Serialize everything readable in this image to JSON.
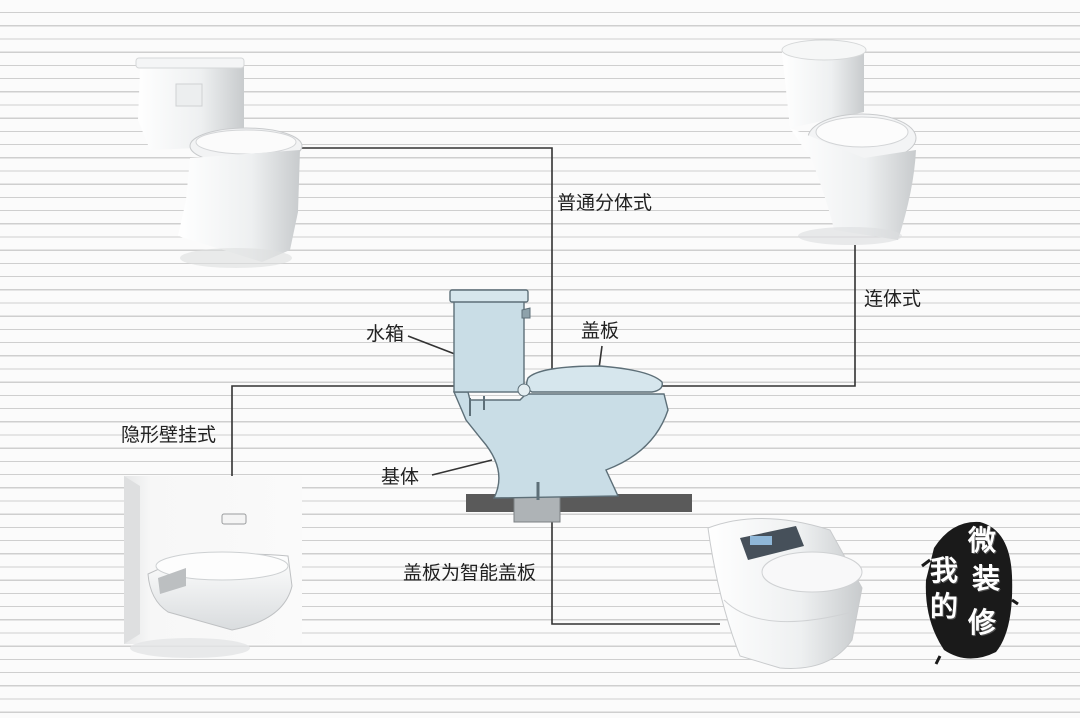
{
  "diagram": {
    "types": {
      "two_piece": "普通分体式",
      "one_piece": "连体式",
      "wall_hung": "隐形壁挂式",
      "smart_seat": "盖板为智能盖板"
    },
    "parts": {
      "tank": "水箱",
      "lid": "盖板",
      "base": "基体"
    }
  },
  "seal": {
    "chars": [
      "微",
      "装",
      "修",
      "我",
      "的"
    ]
  },
  "colors": {
    "line": "#333333",
    "toilet_blue": "#c9dde6",
    "floor": "#5a5a5a",
    "seal_ink": "#1a1a1a"
  }
}
